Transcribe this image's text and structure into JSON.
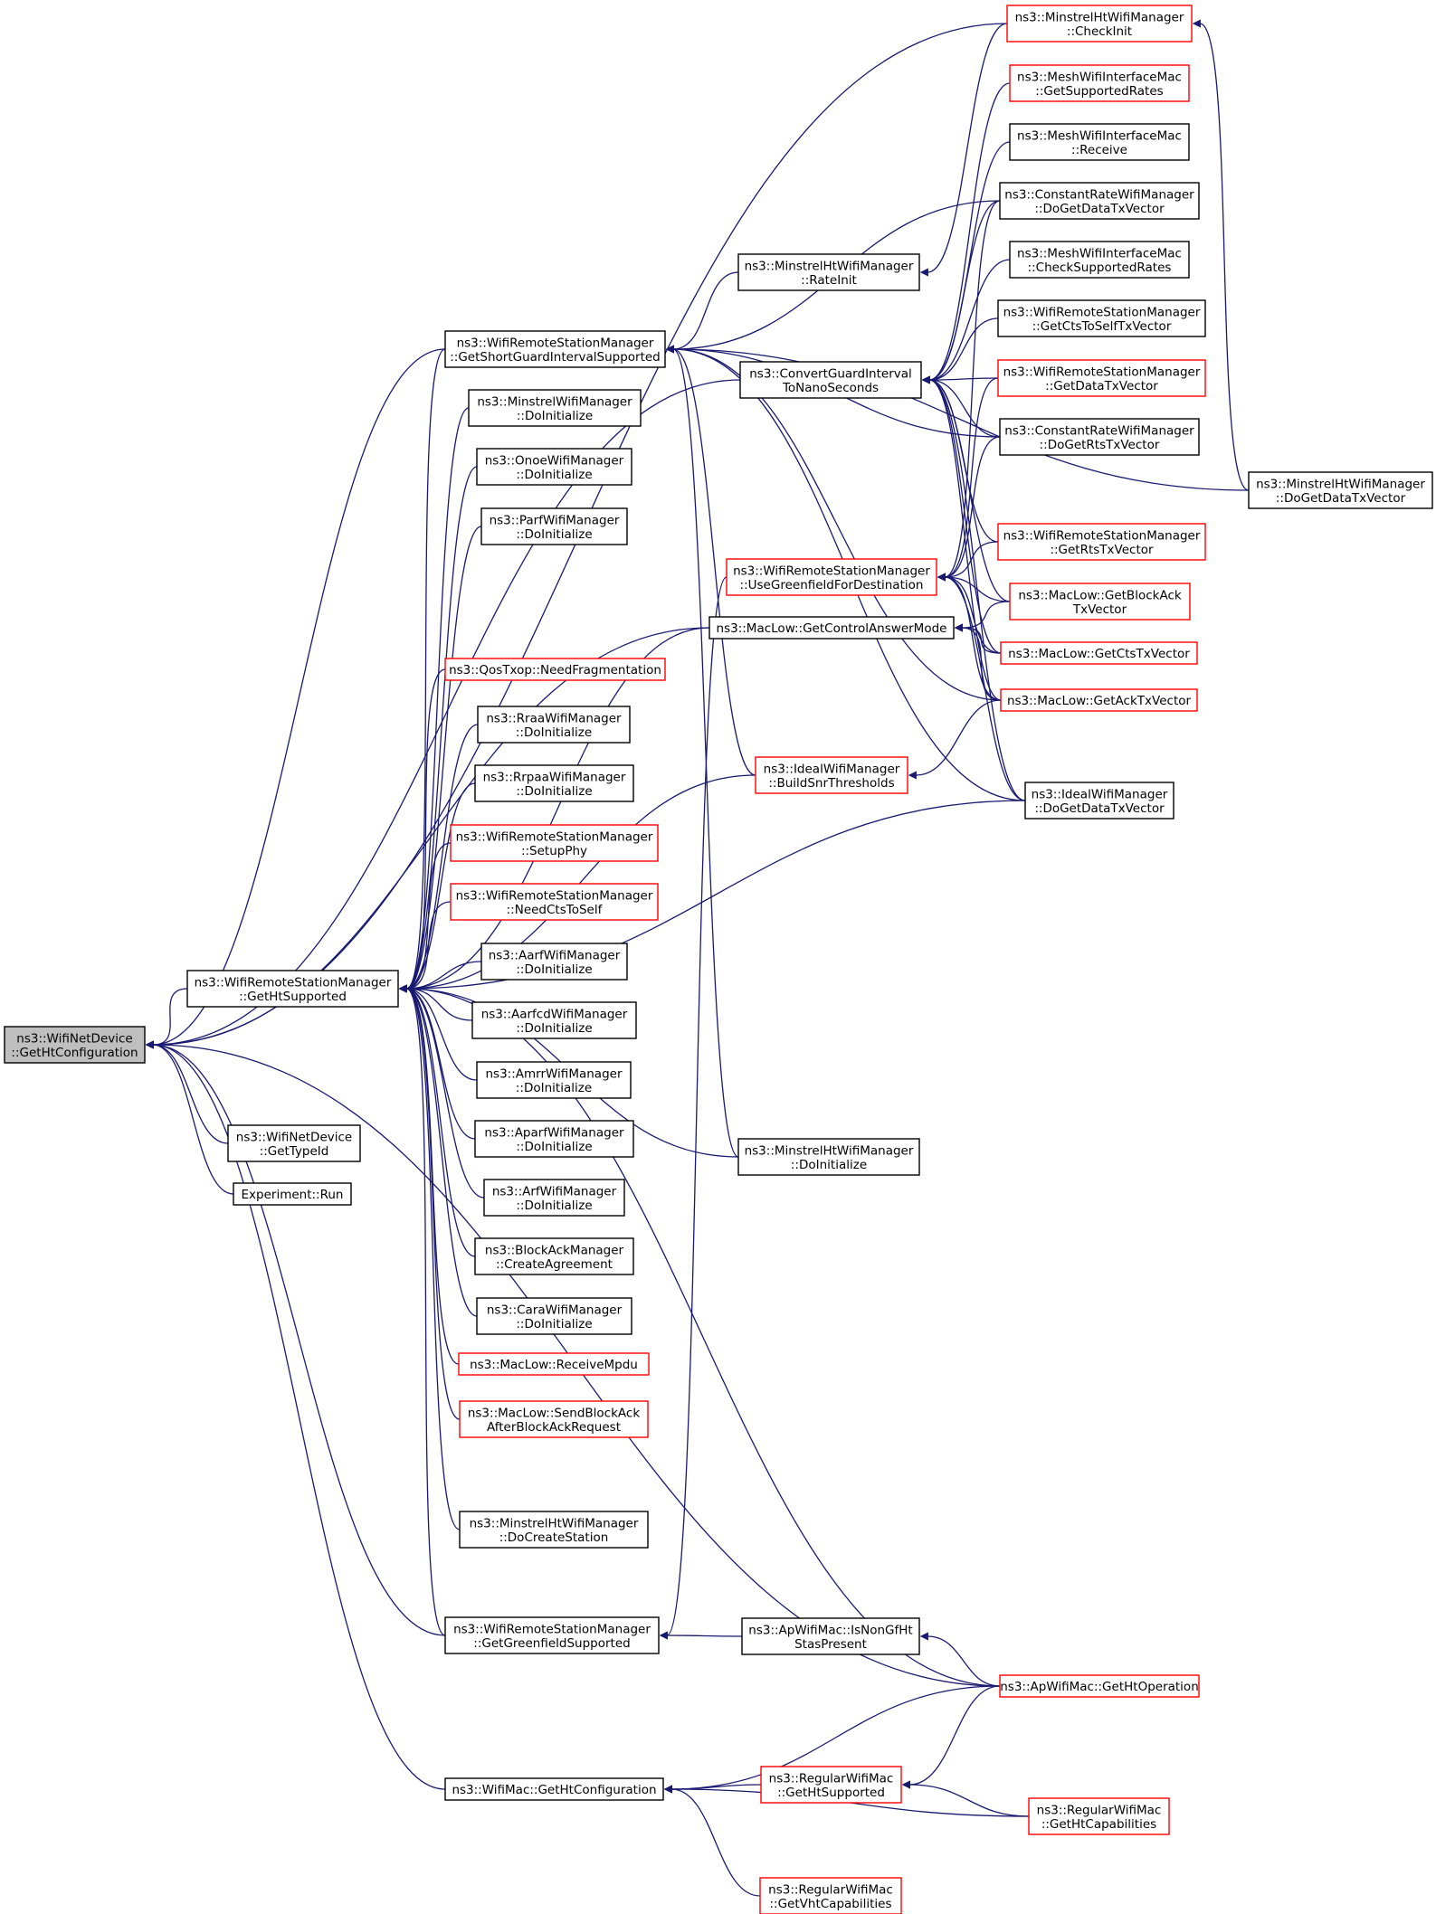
{
  "nodes": [
    {
      "id": "root",
      "lines": [
        "ns3::WifiNetDevice",
        "::GetHtConfiguration"
      ],
      "style": "root"
    },
    {
      "id": "n_ghts",
      "lines": [
        "ns3::WifiRemoteStationManager",
        "::GetHtSupported"
      ],
      "style": "black"
    },
    {
      "id": "n_gtid",
      "lines": [
        "ns3::WifiNetDevice",
        "::GetTypeId"
      ],
      "style": "black"
    },
    {
      "id": "n_run",
      "lines": [
        "Experiment::Run"
      ],
      "style": "black"
    },
    {
      "id": "n_gsgis",
      "lines": [
        "ns3::WifiRemoteStationManager",
        "::GetShortGuardIntervalSupported"
      ],
      "style": "black"
    },
    {
      "id": "n_minstrel_di",
      "lines": [
        "ns3::MinstrelWifiManager",
        "::DoInitialize"
      ],
      "style": "black"
    },
    {
      "id": "n_onoe",
      "lines": [
        "ns3::OnoeWifiManager",
        "::DoInitialize"
      ],
      "style": "black"
    },
    {
      "id": "n_parf",
      "lines": [
        "ns3::ParfWifiManager",
        "::DoInitialize"
      ],
      "style": "black"
    },
    {
      "id": "n_qos",
      "lines": [
        "ns3::QosTxop::NeedFragmentation"
      ],
      "style": "red"
    },
    {
      "id": "n_rraa",
      "lines": [
        "ns3::RraaWifiManager",
        "::DoInitialize"
      ],
      "style": "black"
    },
    {
      "id": "n_rrpaa",
      "lines": [
        "ns3::RrpaaWifiManager",
        "::DoInitialize"
      ],
      "style": "black"
    },
    {
      "id": "n_setupphy",
      "lines": [
        "ns3::WifiRemoteStationManager",
        "::SetupPhy"
      ],
      "style": "red"
    },
    {
      "id": "n_needcts",
      "lines": [
        "ns3::WifiRemoteStationManager",
        "::NeedCtsToSelf"
      ],
      "style": "red"
    },
    {
      "id": "n_aarf",
      "lines": [
        "ns3::AarfWifiManager",
        "::DoInitialize"
      ],
      "style": "black"
    },
    {
      "id": "n_aarfcd",
      "lines": [
        "ns3::AarfcdWifiManager",
        "::DoInitialize"
      ],
      "style": "black"
    },
    {
      "id": "n_amrr",
      "lines": [
        "ns3::AmrrWifiManager",
        "::DoInitialize"
      ],
      "style": "black"
    },
    {
      "id": "n_aparf",
      "lines": [
        "ns3::AparfWifiManager",
        "::DoInitialize"
      ],
      "style": "black"
    },
    {
      "id": "n_arf",
      "lines": [
        "ns3::ArfWifiManager",
        "::DoInitialize"
      ],
      "style": "black"
    },
    {
      "id": "n_bam",
      "lines": [
        "ns3::BlockAckManager",
        "::CreateAgreement"
      ],
      "style": "black"
    },
    {
      "id": "n_cara",
      "lines": [
        "ns3::CaraWifiManager",
        "::DoInitialize"
      ],
      "style": "black"
    },
    {
      "id": "n_recvmpdu",
      "lines": [
        "ns3::MacLow::ReceiveMpdu"
      ],
      "style": "red"
    },
    {
      "id": "n_sendba",
      "lines": [
        "ns3::MacLow::SendBlockAck",
        "AfterBlockAckRequest"
      ],
      "style": "red"
    },
    {
      "id": "n_mht_dcs",
      "lines": [
        "ns3::MinstrelHtWifiManager",
        "::DoCreateStation"
      ],
      "style": "black"
    },
    {
      "id": "n_ggfs",
      "lines": [
        "ns3::WifiRemoteStationManager",
        "::GetGreenfieldSupported"
      ],
      "style": "black"
    },
    {
      "id": "n_wmghtc",
      "lines": [
        "ns3::WifiMac::GetHtConfiguration"
      ],
      "style": "black"
    },
    {
      "id": "n_mht_ri",
      "lines": [
        "ns3::MinstrelHtWifiManager",
        "::RateInit"
      ],
      "style": "black"
    },
    {
      "id": "n_cgi",
      "lines": [
        "ns3::ConvertGuardInterval",
        "ToNanoSeconds"
      ],
      "style": "black"
    },
    {
      "id": "n_ugfd",
      "lines": [
        "ns3::WifiRemoteStationManager",
        "::UseGreenfieldForDestination"
      ],
      "style": "red"
    },
    {
      "id": "n_gcam",
      "lines": [
        "ns3::MacLow::GetControlAnswerMode"
      ],
      "style": "black"
    },
    {
      "id": "n_ibst",
      "lines": [
        "ns3::IdealWifiManager",
        "::BuildSnrThresholds"
      ],
      "style": "red"
    },
    {
      "id": "n_mht_di",
      "lines": [
        "ns3::MinstrelHtWifiManager",
        "::DoInitialize"
      ],
      "style": "black"
    },
    {
      "id": "n_apngf",
      "lines": [
        "ns3::ApWifiMac::IsNonGfHt",
        "StasPresent"
      ],
      "style": "black"
    },
    {
      "id": "n_rwm_ghts",
      "lines": [
        "ns3::RegularWifiMac",
        "::GetHtSupported"
      ],
      "style": "red"
    },
    {
      "id": "n_rwm_gvht",
      "lines": [
        "ns3::RegularWifiMac",
        "::GetVhtCapabilities"
      ],
      "style": "red"
    },
    {
      "id": "n_mht_ci",
      "lines": [
        "ns3::MinstrelHtWifiManager",
        "::CheckInit"
      ],
      "style": "red"
    },
    {
      "id": "n_mesh_gsr",
      "lines": [
        "ns3::MeshWifiInterfaceMac",
        "::GetSupportedRates"
      ],
      "style": "red"
    },
    {
      "id": "n_mesh_recv",
      "lines": [
        "ns3::MeshWifiInterfaceMac",
        "::Receive"
      ],
      "style": "black"
    },
    {
      "id": "n_crwm_dgdtv",
      "lines": [
        "ns3::ConstantRateWifiManager",
        "::DoGetDataTxVector"
      ],
      "style": "black"
    },
    {
      "id": "n_mesh_csr",
      "lines": [
        "ns3::MeshWifiInterfaceMac",
        "::CheckSupportedRates"
      ],
      "style": "black"
    },
    {
      "id": "n_wrsm_gctstv",
      "lines": [
        "ns3::WifiRemoteStationManager",
        "::GetCtsToSelfTxVector"
      ],
      "style": "black"
    },
    {
      "id": "n_wrsm_gdtv",
      "lines": [
        "ns3::WifiRemoteStationManager",
        "::GetDataTxVector"
      ],
      "style": "red"
    },
    {
      "id": "n_crwm_dgrtv",
      "lines": [
        "ns3::ConstantRateWifiManager",
        "::DoGetRtsTxVector"
      ],
      "style": "black"
    },
    {
      "id": "n_wrsm_grtv",
      "lines": [
        "ns3::WifiRemoteStationManager",
        "::GetRtsTxVector"
      ],
      "style": "red"
    },
    {
      "id": "n_ml_gbatv",
      "lines": [
        "ns3::MacLow::GetBlockAck",
        "TxVector"
      ],
      "style": "red"
    },
    {
      "id": "n_ml_gctv",
      "lines": [
        "ns3::MacLow::GetCtsTxVector"
      ],
      "style": "red"
    },
    {
      "id": "n_ml_gatv",
      "lines": [
        "ns3::MacLow::GetAckTxVector"
      ],
      "style": "red"
    },
    {
      "id": "n_iwm_dgdtv",
      "lines": [
        "ns3::IdealWifiManager",
        "::DoGetDataTxVector"
      ],
      "style": "black"
    },
    {
      "id": "n_apghto",
      "lines": [
        "ns3::ApWifiMac::GetHtOperation"
      ],
      "style": "red"
    },
    {
      "id": "n_rwm_ghtc",
      "lines": [
        "ns3::RegularWifiMac",
        "::GetHtCapabilities"
      ],
      "style": "red"
    },
    {
      "id": "n_mht_dgdtv",
      "lines": [
        "ns3::MinstrelHtWifiManager",
        "::DoGetDataTxVector"
      ],
      "style": "black"
    }
  ]
}
